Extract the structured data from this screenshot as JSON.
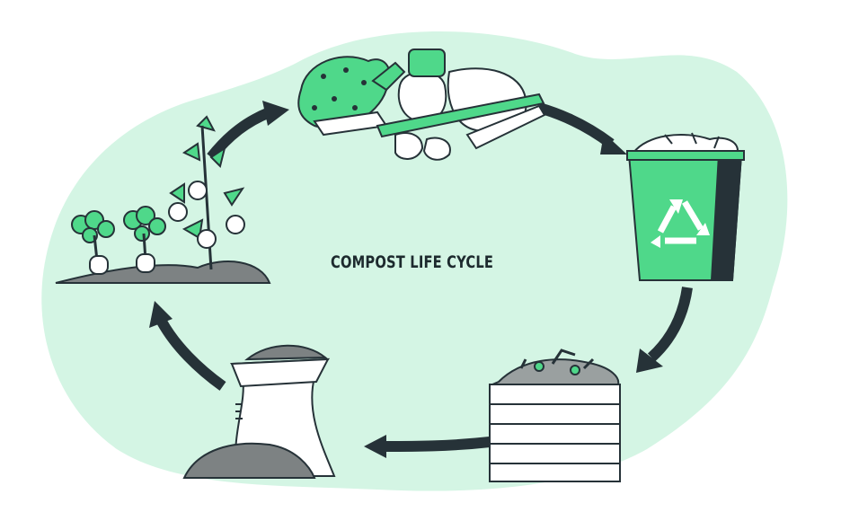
{
  "title": "COMPOST LIFE CYCLE",
  "colors": {
    "background_blob": "#d4f5e4",
    "accent_green": "#4fd88a",
    "outline": "#263238",
    "soil": "#6b6f70"
  },
  "stages": [
    "vegetables",
    "recycle-bin",
    "compost-box",
    "compost-bag",
    "growing-plants"
  ],
  "icons": [
    "recycle-icon"
  ]
}
